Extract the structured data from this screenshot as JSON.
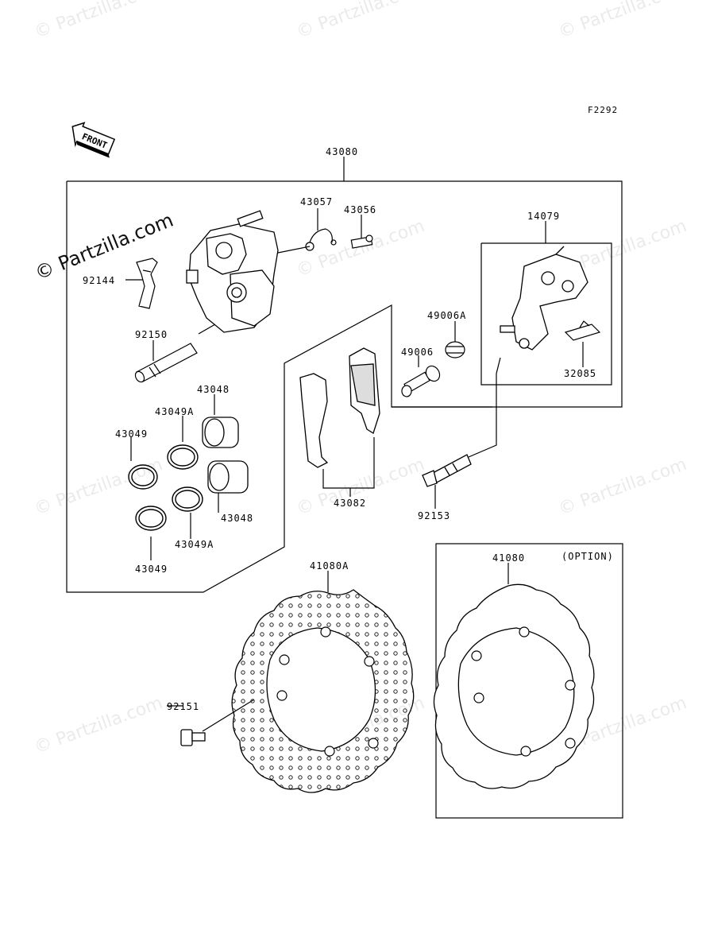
{
  "figure_code": "F2292",
  "front_label": "FRONT",
  "watermark": "© Partzilla.com",
  "option_label": "(OPTION)",
  "parts": {
    "caliper_assembly": "43080",
    "bleeder_cap": "43057",
    "bleeder_valve": "43056",
    "bracket": "14079",
    "spring": "92144",
    "pin": "92150",
    "boot_a": "49006A",
    "boot": "49006",
    "pad_spring": "32085",
    "piston_upper": "43048",
    "seal_a_upper": "43049A",
    "seal_left": "43049",
    "piston_lower": "43048",
    "seal_a_lower": "43049A",
    "seal_bottom": "43049",
    "pad_assembly": "43082",
    "bolt": "92153",
    "disc_a": "41080A",
    "disc_option": "41080",
    "screw": "92151"
  }
}
